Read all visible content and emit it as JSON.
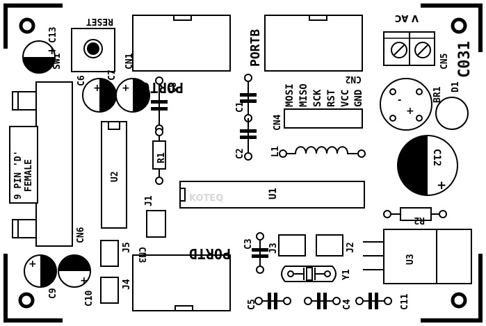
{
  "board": {
    "code": "C031",
    "watermark": "KOTEQ"
  },
  "labels": {
    "reset": "RESET",
    "sw1": "SW1",
    "c13": "C13",
    "cn1": "CN1",
    "portc": "PORTC",
    "portb": "PORTB",
    "cn2": "CN2",
    "vac": "V AC",
    "cn5": "CN5",
    "c6": "C6",
    "c7": "C7",
    "c8": "C8",
    "c1": "C1",
    "c2": "C2",
    "cn4": "CN4",
    "mosi": "MOSI",
    "miso": "MISO",
    "sck": "SCK",
    "rst": "RST",
    "vcc": "VCC",
    "gnd": "GND",
    "br1": "BR1",
    "d1": "D1",
    "c12": "C12",
    "l1": "L1",
    "r1": "R1",
    "u2": "U2",
    "u1": "U1",
    "r2": "R2",
    "cn6": "CN6",
    "db9_line1": "9 PIN 'D'",
    "db9_line2": "FEMALE",
    "j1": "J1",
    "j5": "J5",
    "cn3": "CN3",
    "portd": "PORTD",
    "c3": "C3",
    "j3": "J3",
    "j2": "J2",
    "u3": "U3",
    "j4": "J4",
    "y1": "Y1",
    "c9": "C9",
    "c10": "C10",
    "c5": "C5",
    "c4": "C4",
    "c11": "C11",
    "plus": "+",
    "minus": "-"
  }
}
